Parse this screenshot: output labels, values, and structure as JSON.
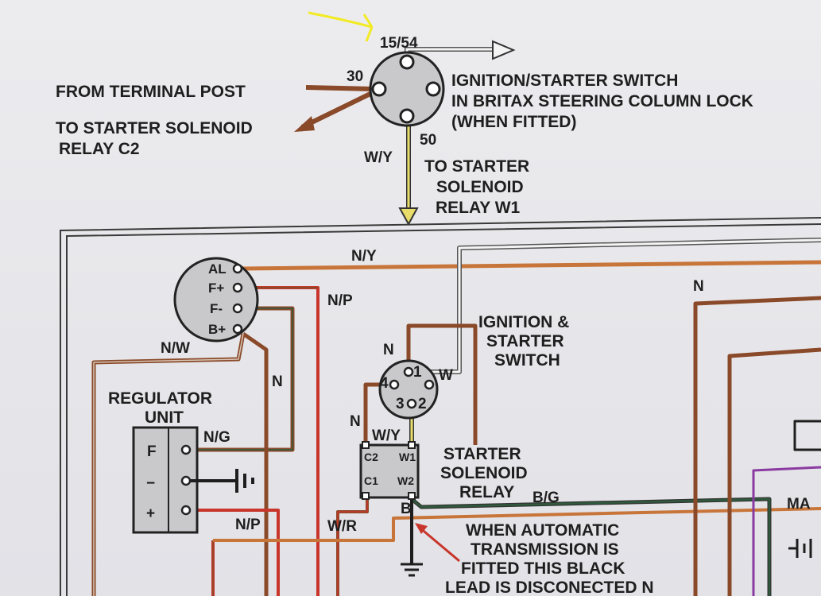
{
  "top_switch": {
    "terminals": {
      "t1554": "15/54",
      "t30": "30",
      "t50": "50"
    },
    "caption": [
      "IGNITION/STARTER SWITCH",
      "IN BRITAX STEERING COLUMN LOCK",
      "(WHEN FITTED)"
    ],
    "from_terminal_post": "FROM TERMINAL POST",
    "to_solenoid_c2": [
      "TO STARTER SOLENOID",
      "RELAY C2"
    ],
    "wire_wy": "W/Y",
    "to_solenoid_w1": [
      "TO STARTER",
      "SOLENOID",
      "RELAY W1"
    ]
  },
  "alternator": {
    "terminals": {
      "al": "AL",
      "fplus": "F+",
      "fminus": "F-",
      "bplus": "B+"
    }
  },
  "wires": {
    "ny": "N/Y",
    "np_top": "N/P",
    "nw": "N/W",
    "n_vertical": "N",
    "n_right": "N",
    "n_switch": "N",
    "n_left": "N",
    "wy": "W/Y",
    "w": "W",
    "ng": "N/G",
    "np_bottom": "N/P",
    "wr": "W/R",
    "bg": "B/G",
    "b": "B"
  },
  "ignition_switch": {
    "caption": [
      "IGNITION &",
      "STARTER",
      "SWITCH"
    ],
    "pins": {
      "p1": "1",
      "p2": "2",
      "p3": "3",
      "p4": "4"
    }
  },
  "regulator": {
    "caption": [
      "REGULATOR",
      "UNIT"
    ],
    "terminals": {
      "f": "F",
      "minus": "−",
      "plus": "+"
    }
  },
  "relay": {
    "caption": [
      "STARTER",
      "SOLENOID",
      "RELAY"
    ],
    "terminals": {
      "c2": "C2",
      "w1": "W1",
      "c1": "C1",
      "w2": "W2"
    }
  },
  "note": [
    "WHEN AUTOMATIC",
    "TRANSMISSION IS",
    "FITTED THIS BLACK",
    "LEAD IS DISCONECTED N"
  ],
  "partial_label": "MA",
  "colors": {
    "brown": "#8a4a2a",
    "orange": "#c8753a",
    "red": "#c8352a",
    "yellow": "#e8dc6a",
    "green": "#2f5a3c",
    "purple": "#8a3aa0",
    "grey_body": "#c9c9cc",
    "highlight": "#f2ea22"
  }
}
